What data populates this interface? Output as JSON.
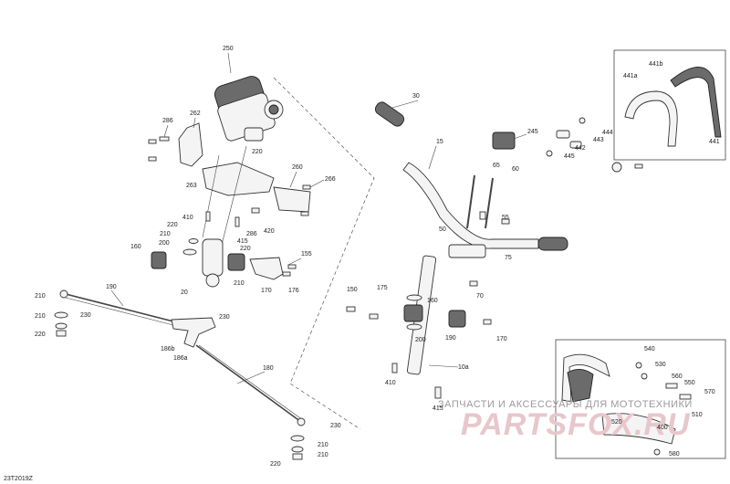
{
  "labels": {
    "l250": "250",
    "l286a": "286",
    "l262": "262",
    "l220a": "220",
    "l263": "263",
    "l260": "260",
    "l266": "266",
    "l420a": "420",
    "l410": "410",
    "l220b": "220",
    "l210a": "210",
    "l200a": "200",
    "l160a": "160",
    "l415a": "415",
    "l220c": "220",
    "l286b": "286",
    "l155": "155",
    "l20": "20",
    "l210b": "210",
    "l170a": "170",
    "l176": "176",
    "l190": "190",
    "l210c": "210",
    "l230a": "230",
    "l210d": "210",
    "l220d": "220",
    "l230b": "230",
    "l186b": "186b",
    "l186a": "186a",
    "l180": "180",
    "l230c": "230",
    "l210e": "210",
    "l210f": "210",
    "l220e": "220",
    "l30": "30",
    "l15": "15",
    "l245": "245",
    "l65": "65",
    "l60": "60",
    "l55": "55",
    "l50": "50",
    "l75": "75",
    "l442a": "444",
    "l443": "443",
    "l442": "442",
    "l445": "445",
    "l441a": "441a",
    "l441b": "441b",
    "l441": "441",
    "l150": "150",
    "l175": "175",
    "l160b": "160",
    "l70": "70",
    "l200b": "200",
    "l190b": "190",
    "l170b": "170",
    "l10a": "10a",
    "l410b": "410",
    "l415b": "415",
    "l540": "540",
    "l530": "530",
    "l560": "560",
    "l550": "550",
    "l570": "570",
    "l510": "510",
    "l520": "520",
    "l400": "400",
    "l580": "580"
  },
  "watermark": {
    "caption": "ЗАПЧАСТИ И АКСЕССУАРЫ ДЛЯ МОТОТЕХНИКИ",
    "brand": "PARTSFOX.RU"
  },
  "doc_id": "23T2019Z"
}
